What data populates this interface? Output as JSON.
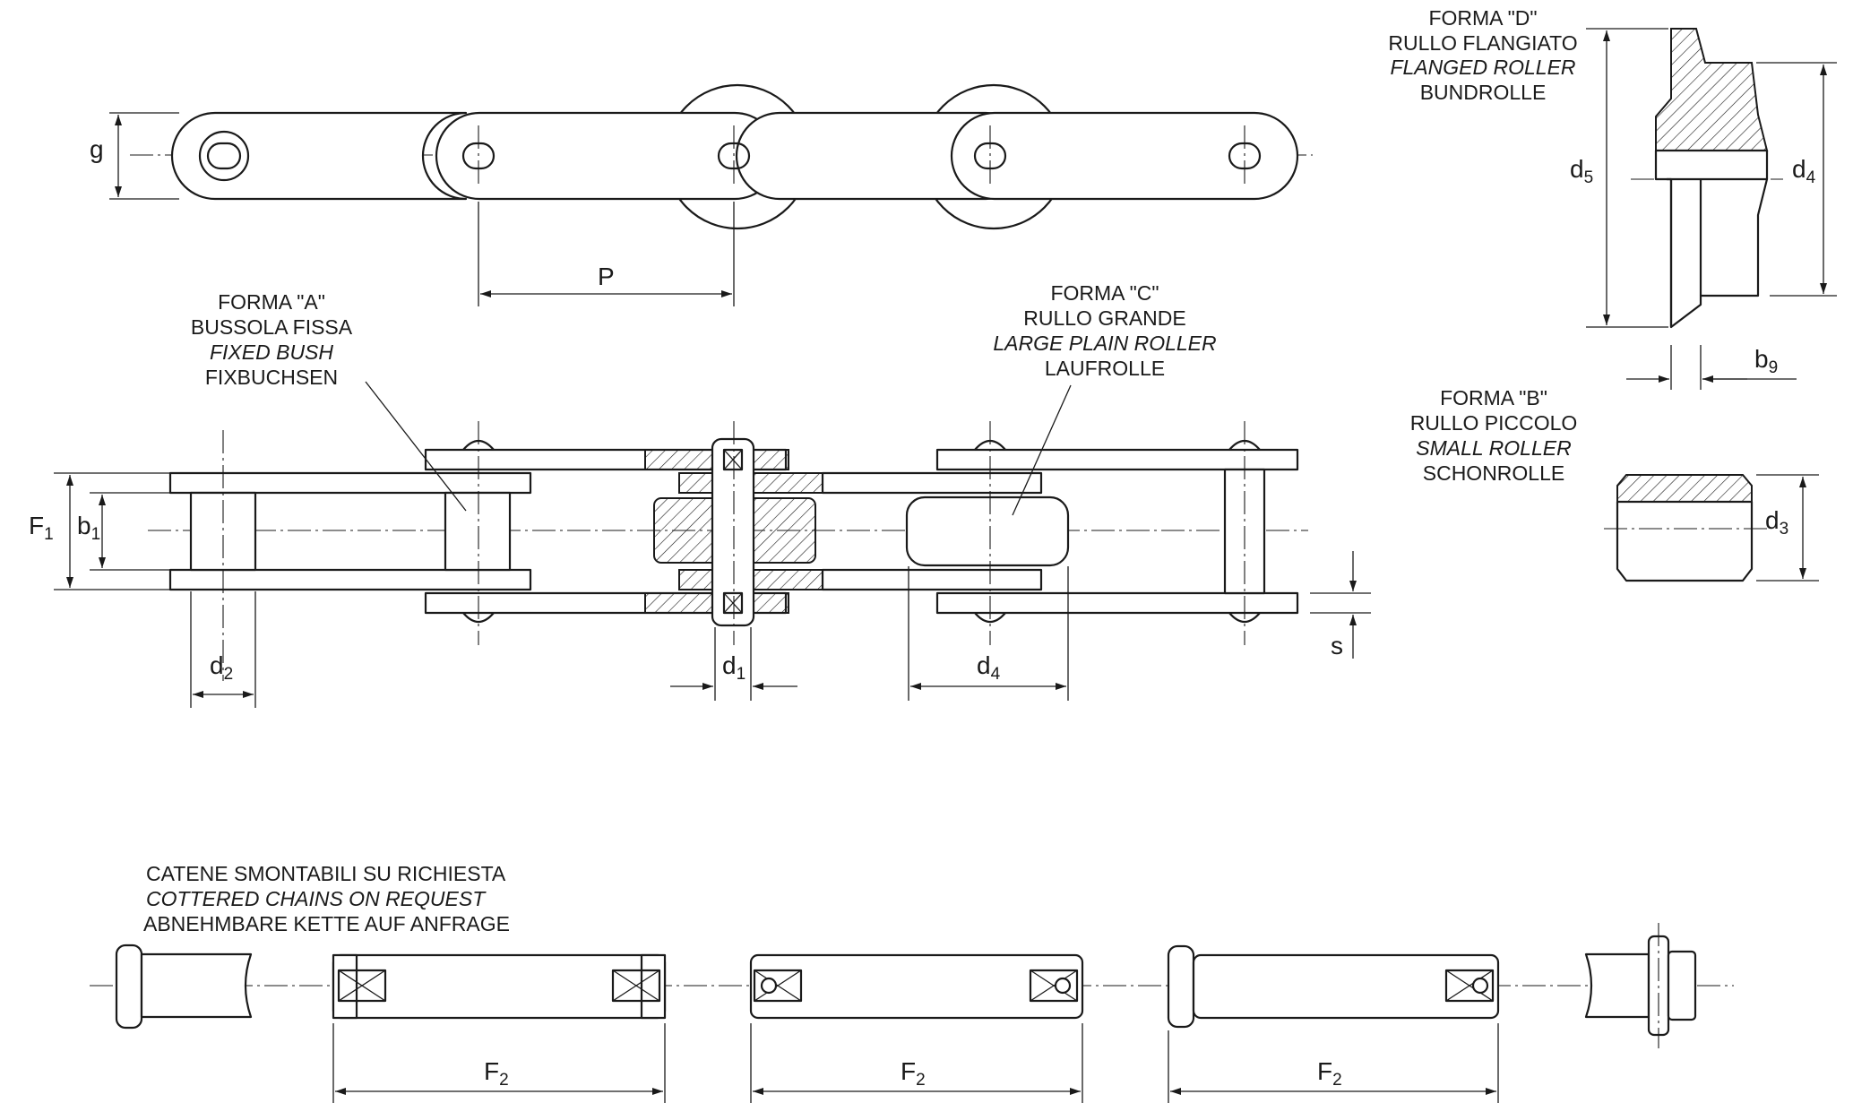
{
  "labels": {
    "forma_a": {
      "line1": "FORMA \"A\"",
      "line2": "BUSSOLA FISSA",
      "line3": "FIXED BUSH",
      "line4": "FIXBUCHSEN"
    },
    "forma_b": {
      "line1": "FORMA \"B\"",
      "line2": "RULLO PICCOLO",
      "line3": "SMALL ROLLER",
      "line4": "SCHONROLLE"
    },
    "forma_c": {
      "line1": "FORMA \"C\"",
      "line2": "RULLO GRANDE",
      "line3": "LARGE PLAIN ROLLER",
      "line4": "LAUFROLLE"
    },
    "forma_d": {
      "line1": "FORMA \"D\"",
      "line2": "RULLO FLANGIATO",
      "line3": "FLANGED ROLLER",
      "line4": "BUNDROLLE"
    },
    "cottered": {
      "line1": "CATENE SMONTABILI SU RICHIESTA",
      "line2": "COTTERED CHAINS ON REQUEST",
      "line3": "ABNEHMBARE KETTE AUF ANFRAGE"
    }
  },
  "dimensions": {
    "g": "g",
    "P": "P",
    "F1": {
      "base": "F",
      "sub": "1"
    },
    "b1": {
      "base": "b",
      "sub": "1"
    },
    "d2": {
      "base": "d",
      "sub": "2"
    },
    "d1": {
      "base": "d",
      "sub": "1"
    },
    "d4_main": {
      "base": "d",
      "sub": "4"
    },
    "s": "s",
    "d5": {
      "base": "d",
      "sub": "5"
    },
    "d4_flange": {
      "base": "d",
      "sub": "4"
    },
    "b9": {
      "base": "b",
      "sub": "9"
    },
    "d3": {
      "base": "d",
      "sub": "3"
    },
    "F2_1": {
      "base": "F",
      "sub": "2"
    },
    "F2_2": {
      "base": "F",
      "sub": "2"
    },
    "F2_3": {
      "base": "F",
      "sub": "2"
    }
  }
}
